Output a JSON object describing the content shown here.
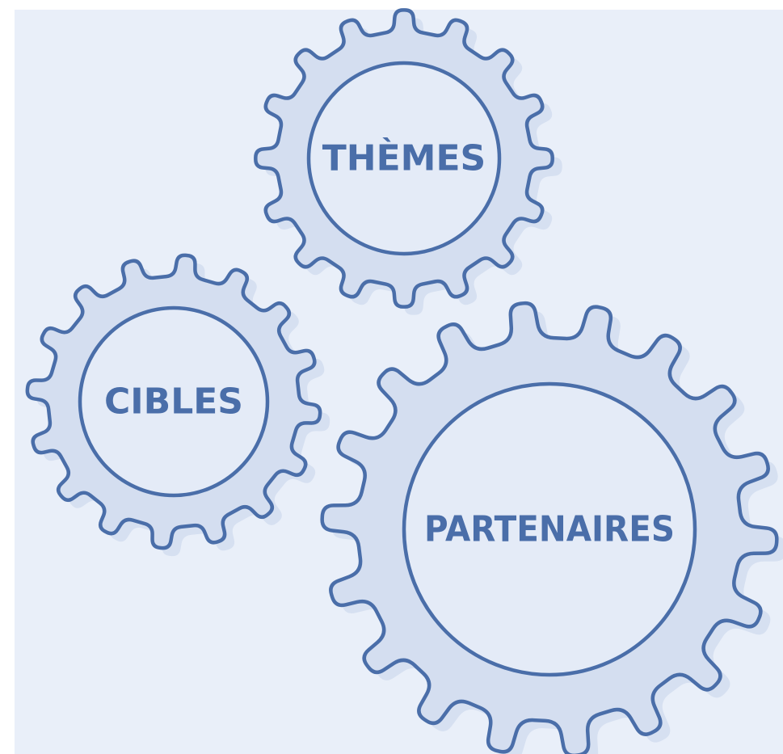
{
  "diagram": {
    "colors": {
      "background": "#E9EFF9",
      "gear_fill": "#D4DEF0",
      "inner_fill": "#E4EBF7",
      "stroke": "#4A6EA9",
      "text": "#4A6EA9"
    },
    "gears": [
      {
        "id": "themes",
        "label": "THÈMES"
      },
      {
        "id": "cibles",
        "label": "CIBLES"
      },
      {
        "id": "partenaires",
        "label": "PARTENAIRES"
      }
    ]
  }
}
